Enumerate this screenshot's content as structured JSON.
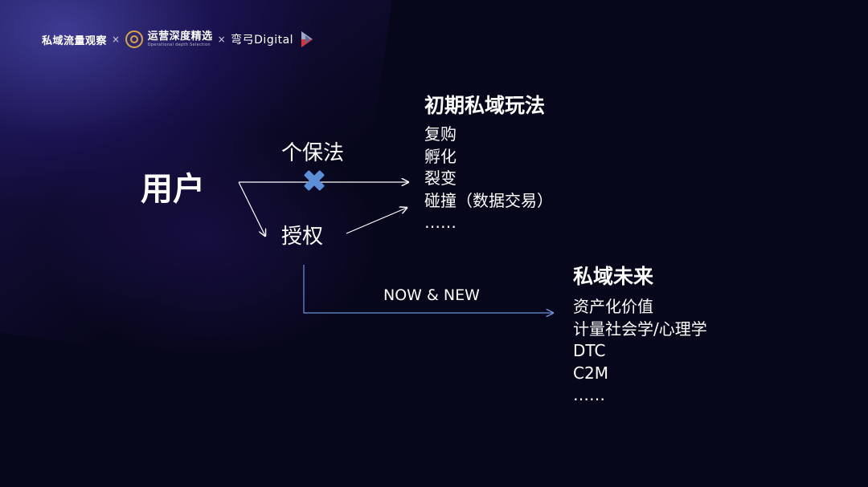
{
  "logos": {
    "brand1": "私域流量观察",
    "sep1": "×",
    "brand2_main": "运营深度精选",
    "brand2_sub": "Operational depth Selection",
    "sep2": "×",
    "brand3": "弯弓Digital"
  },
  "diagram": {
    "user": "用户",
    "privacy_law": "个保法",
    "authorize": "授权",
    "now_new": "NOW & NEW"
  },
  "early": {
    "title": "初期私域玩法",
    "items": [
      "复购",
      "孵化",
      "裂变",
      "碰撞（数据交易）",
      "……"
    ]
  },
  "future": {
    "title": "私域未来",
    "items": [
      "资产化价值",
      "计量社会学/心理学",
      "DTC",
      "C2M",
      "……"
    ]
  },
  "colors": {
    "background": "#07071c",
    "cross": "#5b8fd8",
    "arrow_blue": "#6a93d6",
    "logo_gold": "#d9a441"
  }
}
